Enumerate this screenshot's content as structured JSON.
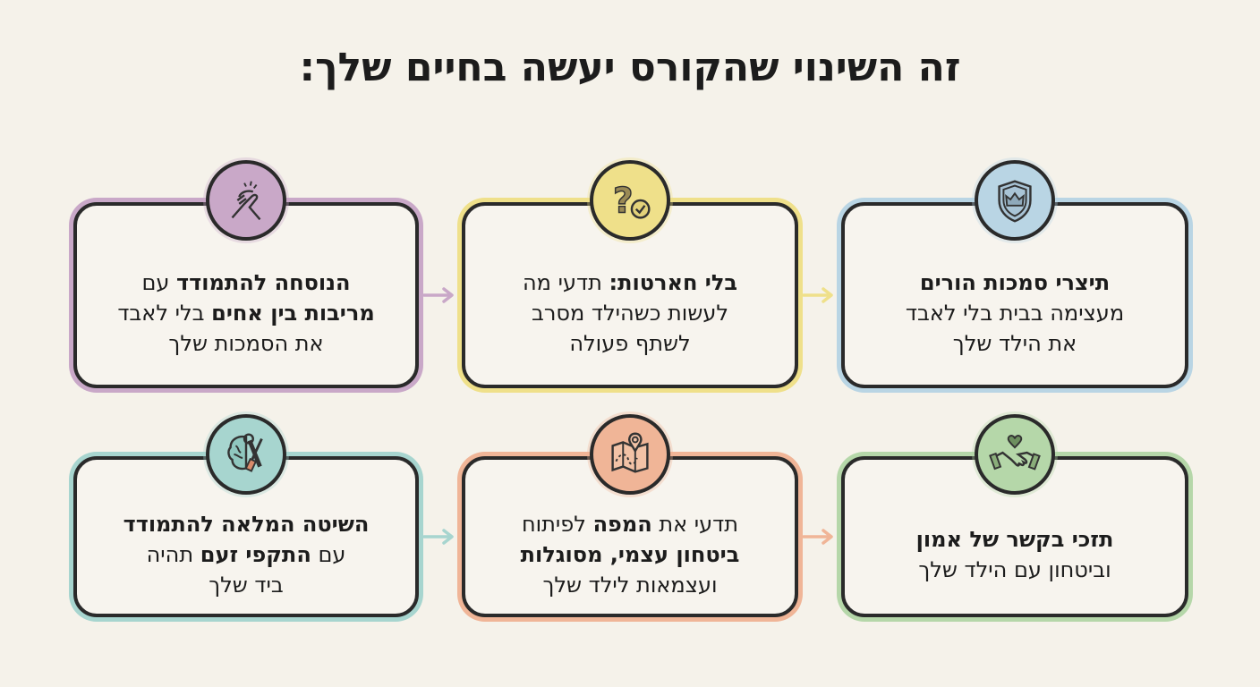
{
  "title": "זה השינוי שהקורס יעשה בחיים שלך:",
  "colors": {
    "background": "#f5f2ea",
    "border": "#2a2a2a",
    "purple": "#c9a8c8",
    "yellow": "#efe08a",
    "blue": "#b9d5e4",
    "teal": "#a7d5cf",
    "orange": "#f0b597",
    "green": "#b5d7a9"
  },
  "cards": [
    {
      "icon": "shield-crown-icon",
      "lines": [
        [
          {
            "t": "תיצרי סמכות הורים",
            "b": true
          }
        ],
        [
          {
            "t": "מעצימה בבית בלי לאבד",
            "b": false
          }
        ],
        [
          {
            "t": "את הילד שלך",
            "b": false
          }
        ]
      ]
    },
    {
      "icon": "question-check-icon",
      "lines": [
        [
          {
            "t": "בלי חארטות:",
            "b": true
          },
          {
            "t": " תדעי מה",
            "b": false
          }
        ],
        [
          {
            "t": "לעשות כשהילד מסרב",
            "b": false
          }
        ],
        [
          {
            "t": "לשתף פעולה",
            "b": false
          }
        ]
      ]
    },
    {
      "icon": "clasped-hands-icon",
      "lines": [
        [
          {
            "t": "הנוסחה להתמודד",
            "b": true
          },
          {
            "t": " עם",
            "b": false
          }
        ],
        [
          {
            "t": "מריבות בין אחים",
            "b": true
          },
          {
            "t": " בלי לאבד",
            "b": false
          }
        ],
        [
          {
            "t": "את הסמכות שלך",
            "b": false
          }
        ]
      ]
    },
    {
      "icon": "handshake-heart-icon",
      "lines": [
        [
          {
            "t": "תזכי בקשר של אמון",
            "b": true
          }
        ],
        [
          {
            "t": "וביטחון עם הילד שלך",
            "b": false
          }
        ]
      ]
    },
    {
      "icon": "map-pin-icon",
      "lines": [
        [
          {
            "t": "תדעי את ",
            "b": false
          },
          {
            "t": "המפה",
            "b": true
          },
          {
            "t": " לפיתוח",
            "b": false
          }
        ],
        [
          {
            "t": "ביטחון עצמי, מסוגלות",
            "b": true
          }
        ],
        [
          {
            "t": "ועצמאות לילד שלך",
            "b": false
          }
        ]
      ]
    },
    {
      "icon": "brain-wrench-icon",
      "lines": [
        [
          {
            "t": "השיטה המלאה להתמודד",
            "b": true
          }
        ],
        [
          {
            "t": "עם ",
            "b": false
          },
          {
            "t": "התקפי זעם",
            "b": true
          },
          {
            "t": " תהיה",
            "b": false
          }
        ],
        [
          {
            "t": "ביד שלך",
            "b": false
          }
        ]
      ]
    }
  ]
}
